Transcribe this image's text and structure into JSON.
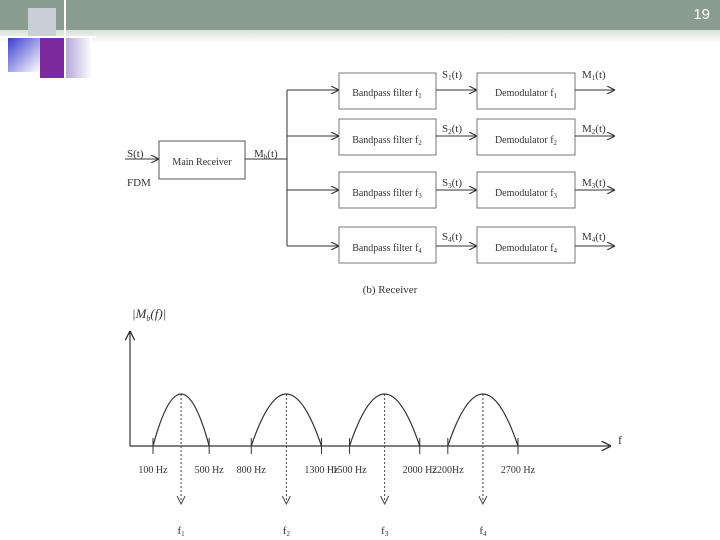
{
  "slide": {
    "number": "19"
  },
  "receiver": {
    "input_label": "S(t)",
    "fdm_label": "FDM",
    "main_block": "Main Receiver",
    "main_output": "M",
    "main_output_sub": "b",
    "main_output_suffix": "(t)",
    "caption": "(b) Receiver",
    "channels": [
      {
        "filter": "Bandpass filter f",
        "sub": "1",
        "signal": "S",
        "sig_sub": "1",
        "sig_suffix": "(t)",
        "demod": "Demodulator f",
        "out": "M",
        "out_sub": "1",
        "out_suffix": "(t)"
      },
      {
        "filter": "Bandpass filter f",
        "sub": "2",
        "signal": "S",
        "sig_sub": "2",
        "sig_suffix": "(t)",
        "demod": "Demodulator f",
        "out": "M",
        "out_sub": "2",
        "out_suffix": "(t)"
      },
      {
        "filter": "Bandpass filter f",
        "sub": "3",
        "signal": "S",
        "sig_sub": "3",
        "sig_suffix": "(t)",
        "demod": "Demodulator f",
        "out": "M",
        "out_sub": "3",
        "out_suffix": "(t)"
      },
      {
        "filter": "Bandpass filter f",
        "sub": "4",
        "signal": "S",
        "sig_sub": "4",
        "sig_suffix": "(t)",
        "demod": "Demodulator f",
        "out": "M",
        "out_sub": "4",
        "out_suffix": "(t)"
      }
    ]
  },
  "spectrum": {
    "y_label_left": "|",
    "y_label_M": "M",
    "y_label_sub": "b",
    "y_label_rest": "(f)",
    "y_label_right": "|",
    "x_axis_label": "f",
    "freq_labels": [
      "100 Hz",
      "500 Hz",
      "800 Hz",
      "1300 Hz",
      "1500 Hz",
      "2000 Hz",
      "2200Hz",
      "2700 Hz"
    ],
    "bands": [
      {
        "low": 100,
        "high": 500
      },
      {
        "low": 800,
        "high": 1300
      },
      {
        "low": 1500,
        "high": 2000
      },
      {
        "low": 2200,
        "high": 2700
      }
    ],
    "carriers": [
      {
        "name": "f",
        "sub": "1"
      },
      {
        "name": "f",
        "sub": "2"
      },
      {
        "name": "f",
        "sub": "3"
      },
      {
        "name": "f",
        "sub": "4"
      }
    ]
  }
}
